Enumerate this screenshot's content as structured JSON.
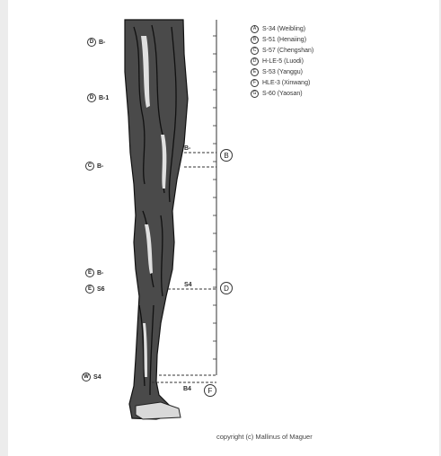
{
  "legend": [
    {
      "sym": "A",
      "text": "S-34 (Weibling)"
    },
    {
      "sym": "B",
      "text": "S-51 (Henaiing)"
    },
    {
      "sym": "C",
      "text": "S-57 (Chengshan)"
    },
    {
      "sym": "D",
      "text": "H-LE-5 (Luodi)"
    },
    {
      "sym": "E",
      "text": "S-53 (Yanggu)"
    },
    {
      "sym": "F",
      "text": "HLE-3 (Xinwang)"
    },
    {
      "sym": "G",
      "text": "S-60 (Yaosan)"
    }
  ],
  "markers": [
    {
      "sym": "D",
      "label": "B-"
    },
    {
      "sym": "D",
      "label": "B-1"
    },
    {
      "sym": "C",
      "label": "B-"
    },
    {
      "sym": "E",
      "label": "B-"
    },
    {
      "sym": "E",
      "label": "S6"
    },
    {
      "sym": "W",
      "label": "S4"
    }
  ],
  "right_markers": [
    {
      "sym": "B",
      "label": "B-"
    },
    {
      "sym": "D",
      "label": "S4"
    },
    {
      "sym": "F",
      "label": "B4"
    }
  ],
  "copyright": "copyright (c) Mallinus of Maguer",
  "colors": {
    "ink": "#1e1e1e",
    "background": "#ececec",
    "sheet": "#ffffff"
  }
}
